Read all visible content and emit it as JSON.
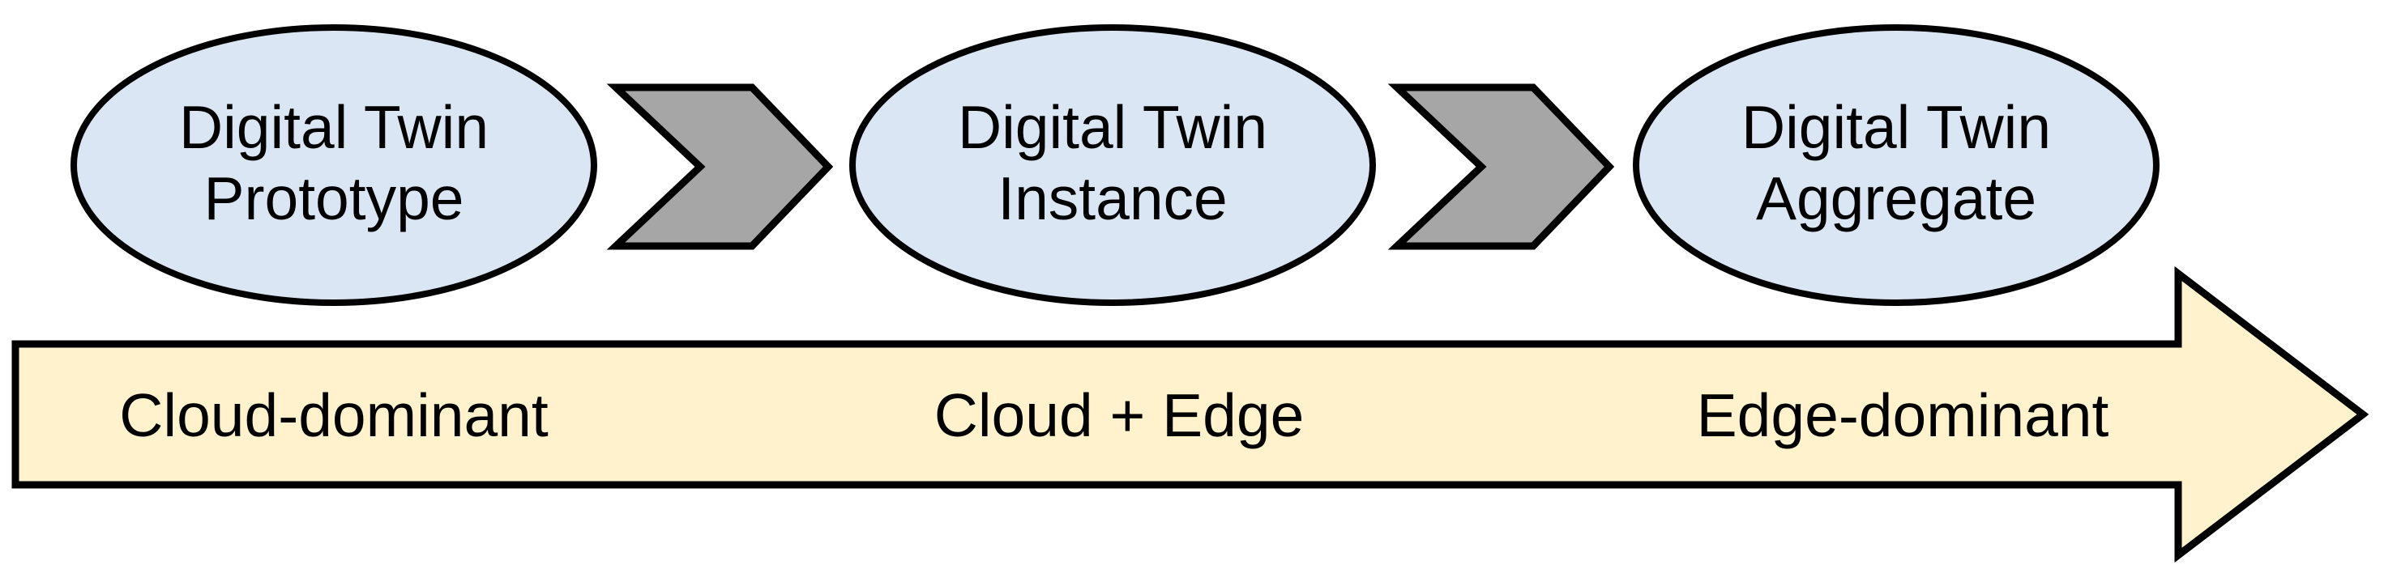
{
  "diagram": {
    "type": "flow",
    "title": "",
    "stages": [
      {
        "label_line1": "Digital Twin",
        "label_line2": "Prototype",
        "deployment": "Cloud-dominant"
      },
      {
        "label_line1": "Digital Twin",
        "label_line2": "Instance",
        "deployment": "Cloud + Edge"
      },
      {
        "label_line1": "Digital Twin",
        "label_line2": "Aggregate",
        "deployment": "Edge-dominant"
      }
    ],
    "connector_icon": "chevron-right",
    "axis_arrow_direction": "right"
  },
  "colors": {
    "node_fill": "#dae6f3",
    "chevron_fill": "#a6a6a6",
    "arrow_fill": "#fff2cc",
    "outline": "#000000",
    "text": "#000000",
    "background": "#ffffff"
  }
}
